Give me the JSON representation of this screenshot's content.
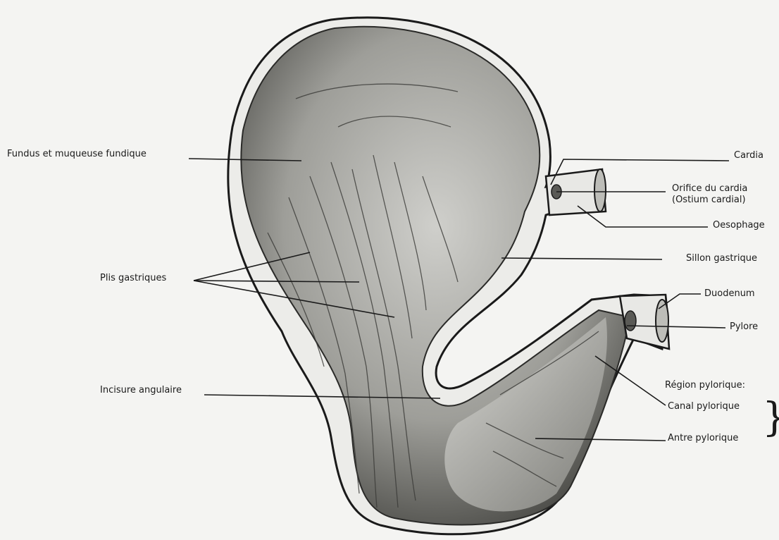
{
  "labels": {
    "fundus": "Fundus et muqueuse fundique",
    "cardia": "Cardia",
    "orifice_line1": "Orifice du cardia",
    "orifice_line2": "(Ostium cardial)",
    "oesophage": "Oesophage",
    "sillon": "Sillon gastrique",
    "plis": "Plis gastriques",
    "duodenum": "Duodenum",
    "pylore": "Pylore",
    "region_pylorique": "Région pylorique:",
    "incisure": "Incisure angulaire",
    "canal": "Canal pylorique",
    "antre": "Antre pylorique"
  }
}
